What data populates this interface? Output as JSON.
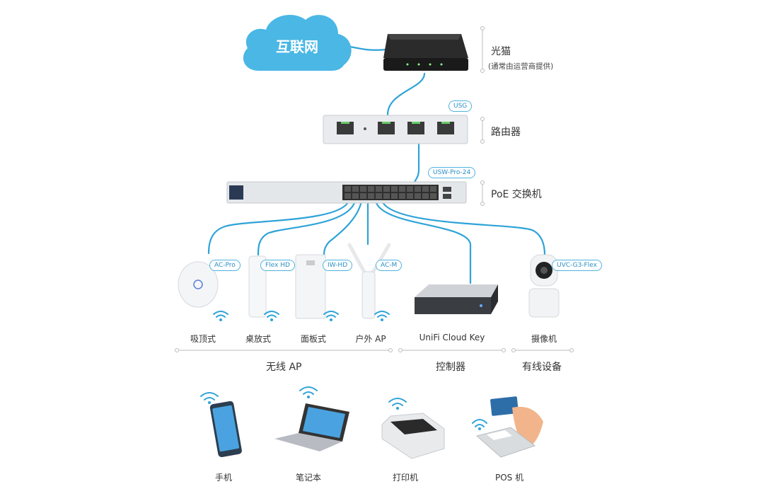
{
  "internet": {
    "label": "互联网"
  },
  "modem": {
    "label": "光猫",
    "note": "(通常由运营商提供)"
  },
  "router": {
    "label": "路由器",
    "tag": "USG"
  },
  "switch": {
    "label": "PoE 交换机",
    "tag": "USW-Pro-24"
  },
  "devices": [
    {
      "tag": "AC-Pro",
      "label": "吸顶式"
    },
    {
      "tag": "Flex HD",
      "label": "桌放式"
    },
    {
      "tag": "IW-HD",
      "label": "面板式"
    },
    {
      "tag": "AC-M",
      "label": "户外 AP"
    },
    {
      "tag": "",
      "label": "UniFi Cloud Key"
    },
    {
      "tag": "UVC-G3-Flex",
      "label": "摄像机"
    }
  ],
  "groups": {
    "wireless_ap": "无线 AP",
    "controller": "控制器",
    "wired": "有线设备"
  },
  "clients": [
    {
      "label": "手机"
    },
    {
      "label": "笔记本"
    },
    {
      "label": "打印机"
    },
    {
      "label": "POS 机"
    }
  ],
  "colors": {
    "wire": "#2ea3d8",
    "cloud": "#4ab7e5",
    "tag_border": "#4fb3e0",
    "tag_text": "#2d8fc4"
  }
}
